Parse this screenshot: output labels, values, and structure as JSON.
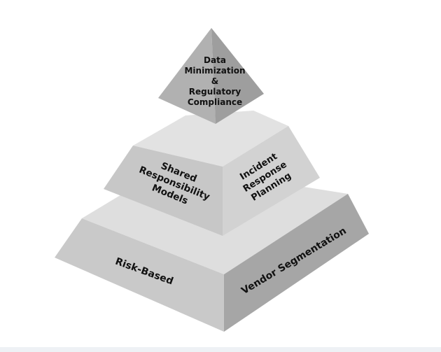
{
  "diagram": {
    "tiers": {
      "top": {
        "lines": [
          "Data",
          "Minimization",
          "&",
          "Regulatory",
          "Compliance"
        ]
      },
      "middle": {
        "left_lines": [
          "Shared",
          "Responsibility",
          "Models"
        ],
        "right_lines": [
          "Incident",
          "Response",
          "Planning"
        ]
      },
      "bottom": {
        "left_label": "Risk-Based",
        "right_label": "Vendor Segmentation"
      }
    },
    "colors": {
      "light_face": "#c9c9c9",
      "mid_face": "#bdbdbd",
      "dark_face": "#a3a3a3",
      "top_face": "#dedede",
      "text": "#111111"
    }
  }
}
